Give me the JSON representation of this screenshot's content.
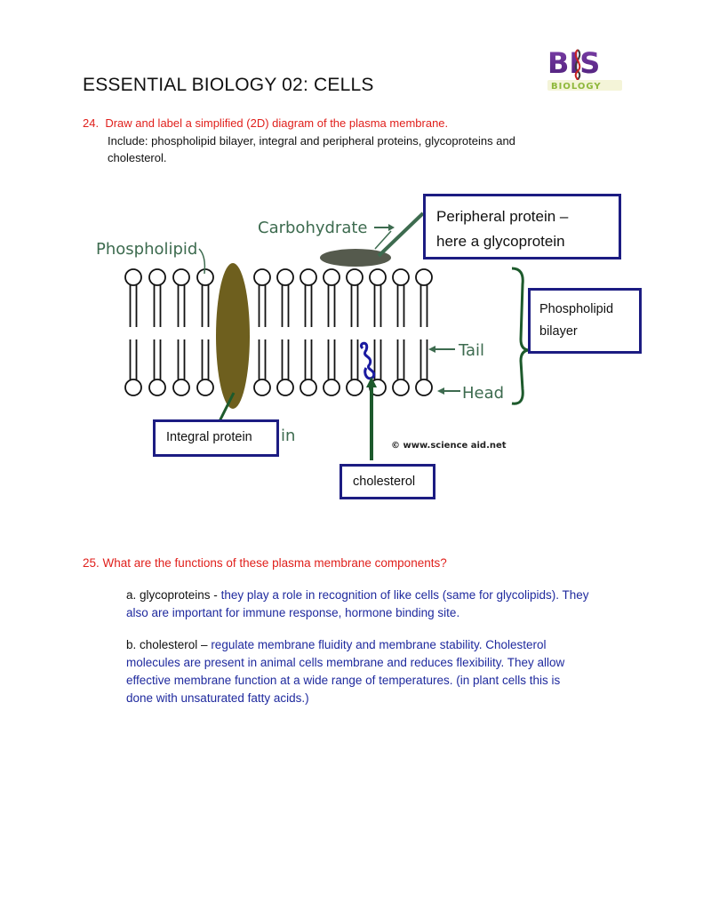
{
  "header": {
    "title": "ESSENTIAL BIOLOGY 02: CELLS",
    "logo_text": "BIS",
    "logo_subtext": "BIOLOGY"
  },
  "q24": {
    "number": "24.",
    "prompt": "Draw and label a simplified (2D) diagram of the plasma membrane.",
    "include_line1": "Include: phospholipid bilayer, integral and peripheral proteins, glycoproteins and",
    "include_line2": "cholesterol."
  },
  "diagram": {
    "carbohydrate_label": "Carbohydrate",
    "phospholipid_label": "Phospholipid",
    "tail_label": "Tail",
    "head_label": "Head",
    "partial_label": "in",
    "copyright": "© www.science aid.net",
    "box_peripheral_line1": "Peripheral protein –",
    "box_peripheral_line2": "here a glycoprotein",
    "box_bilayer_line1": "Phospholipid",
    "box_bilayer_line2": "bilayer",
    "box_integral": "Integral protein",
    "box_cholesterol": "cholesterol",
    "colors": {
      "box_border": "#1c1c82",
      "protein": "#6e5f1e",
      "glycoprotein": "#555a4d",
      "label_green": "#3d6b4f",
      "arrow_green": "#1d5a2c",
      "cholesterol": "#1a1aa0"
    }
  },
  "q25": {
    "prompt": "25. What are the functions of these plasma membrane components?",
    "a_label": "a. glycoproteins - ",
    "a_answer_line1": "they play a role in recognition of like cells (same for glycolipids). They",
    "a_answer_line2": "also are important for immune response, hormone binding site.",
    "b_label": "b. cholesterol – ",
    "b_answer_line1": "regulate membrane fluidity and membrane stability. Cholesterol",
    "b_answer_line2": "molecules are present in animal cells membrane and reduces flexibility.  They allow",
    "b_answer_line3": "effective membrane function at a wide range of temperatures.  (in plant cells this is",
    "b_answer_line4": "done with unsaturated fatty acids.)"
  }
}
